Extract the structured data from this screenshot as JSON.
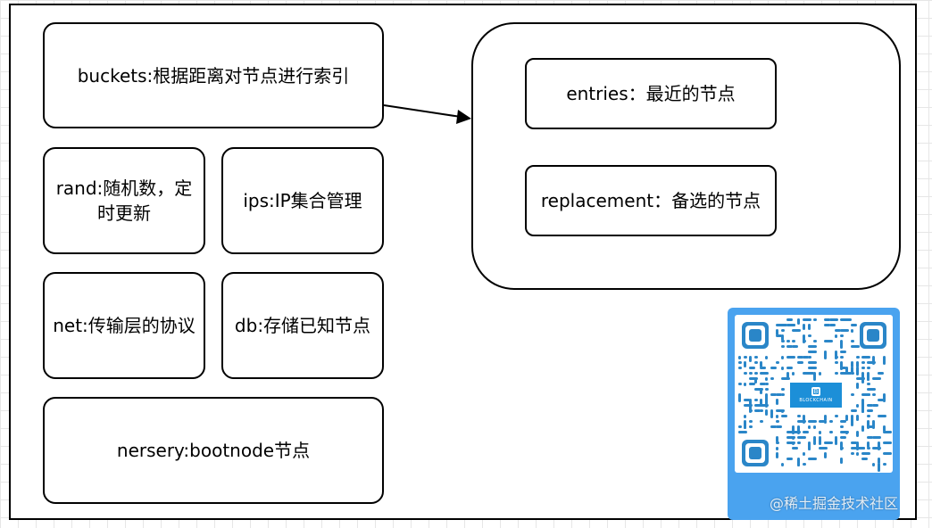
{
  "nodes": {
    "buckets": "buckets:根据距离对节点进行索引",
    "rand": "rand:随机数，定时更新",
    "ips": "ips:IP集合管理",
    "net": "net:传输层的协议",
    "db": "db:存储已知节点",
    "nersery": "nersery:bootnode节点",
    "entries": "entries：最近的节点",
    "replacement": "replacement：备选的节点"
  },
  "qr": {
    "logo_text": "BLOCKCHAIN",
    "logo_icon": "blockchain-logo-icon"
  },
  "watermark": "@稀土掘金技术社区",
  "colors": {
    "qr_card": "#4aa3ef",
    "qr_modules": "#2a86c8",
    "qr_logo": "#1c8fd8"
  }
}
